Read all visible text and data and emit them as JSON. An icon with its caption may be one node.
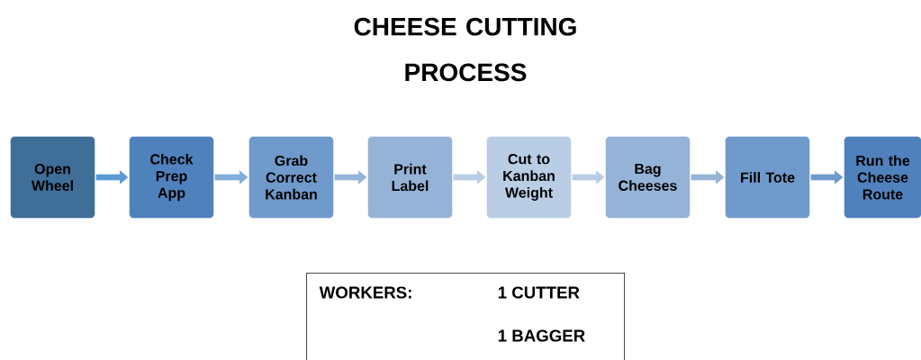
{
  "diagram": {
    "title": "CHEESE CUTTING PROCESS",
    "nodes": [
      {
        "text": [
          "Open Wheel"
        ]
      },
      {
        "text": [
          "Check Prep App"
        ]
      },
      {
        "text": [
          "Grab Correct Kanban"
        ]
      },
      {
        "text": [
          "Print Label"
        ]
      },
      {
        "text": [
          "Cut to Kanban Weight"
        ]
      },
      {
        "text": [
          "Bag Cheeses"
        ]
      },
      {
        "text": [
          "Fill Tote"
        ]
      },
      {
        "text": [
          "Run the Cheese Route"
        ]
      },
      {
        "text": [
          "WORKERS:",
          "1 CUTTER",
          "1 BAGGER"
        ]
      }
    ],
    "edges": [
      {
        "from": 0,
        "to": 1,
        "arrow": "to"
      },
      {
        "from": 1,
        "to": 2,
        "arrow": "to"
      },
      {
        "from": 2,
        "to": 3,
        "arrow": "to"
      },
      {
        "from": 3,
        "to": 4,
        "arrow": "to"
      },
      {
        "from": 4,
        "to": 5,
        "arrow": "to"
      },
      {
        "from": 5,
        "to": 6,
        "arrow": "to"
      },
      {
        "from": 6,
        "to": 7,
        "arrow": "to"
      }
    ]
  }
}
